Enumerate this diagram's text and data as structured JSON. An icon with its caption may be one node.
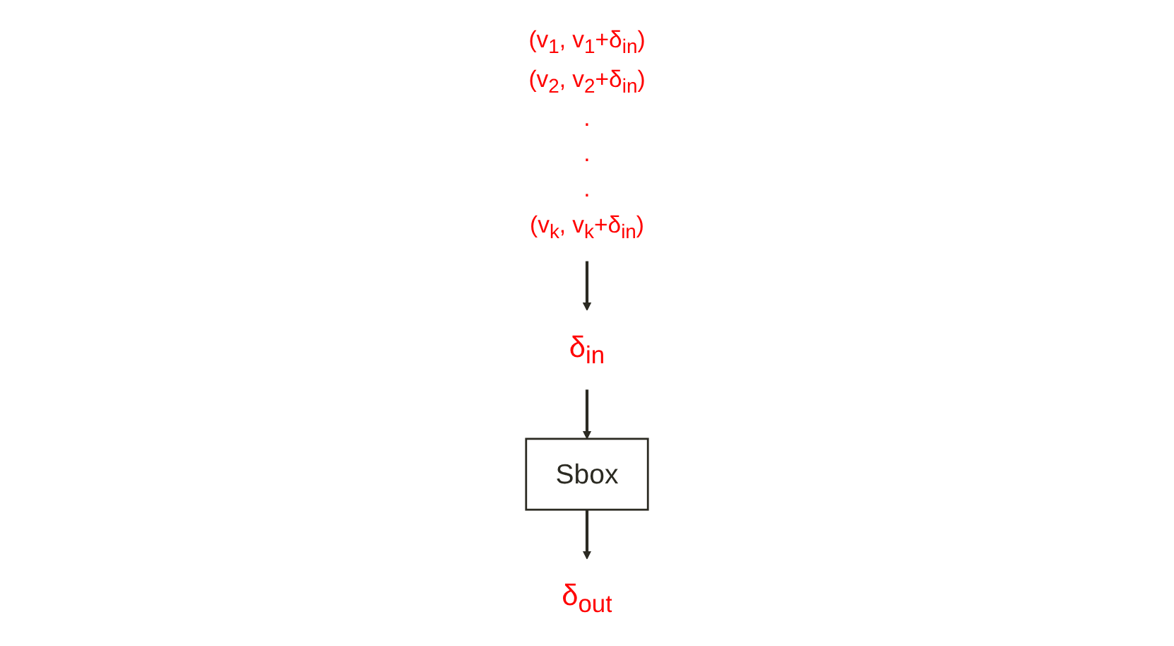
{
  "diagram": {
    "nodes": [
      {
        "text": [
          "δ$_{in}$"
        ]
      },
      {
        "text": [
          "Sbox"
        ]
      },
      {
        "text": [
          "δ$_{out}$"
        ]
      },
      {
        "text": [
          "(v$_{1}$, v$_{1}$+δ$_{in}$)",
          "(v$_{2}$, v$_{2}$+δ$_{in}$)",
          ".",
          ".",
          ".",
          "(v$_{k}$, v$_{k}$+δ$_{in}$)"
        ]
      }
    ],
    "edges": [
      {
        "from": 0,
        "to": 1,
        "arrow": "to"
      },
      {
        "from": 1,
        "to": 2,
        "arrow": "to"
      },
      {
        "from": 3,
        "to": 0,
        "arrow": "to"
      }
    ]
  }
}
